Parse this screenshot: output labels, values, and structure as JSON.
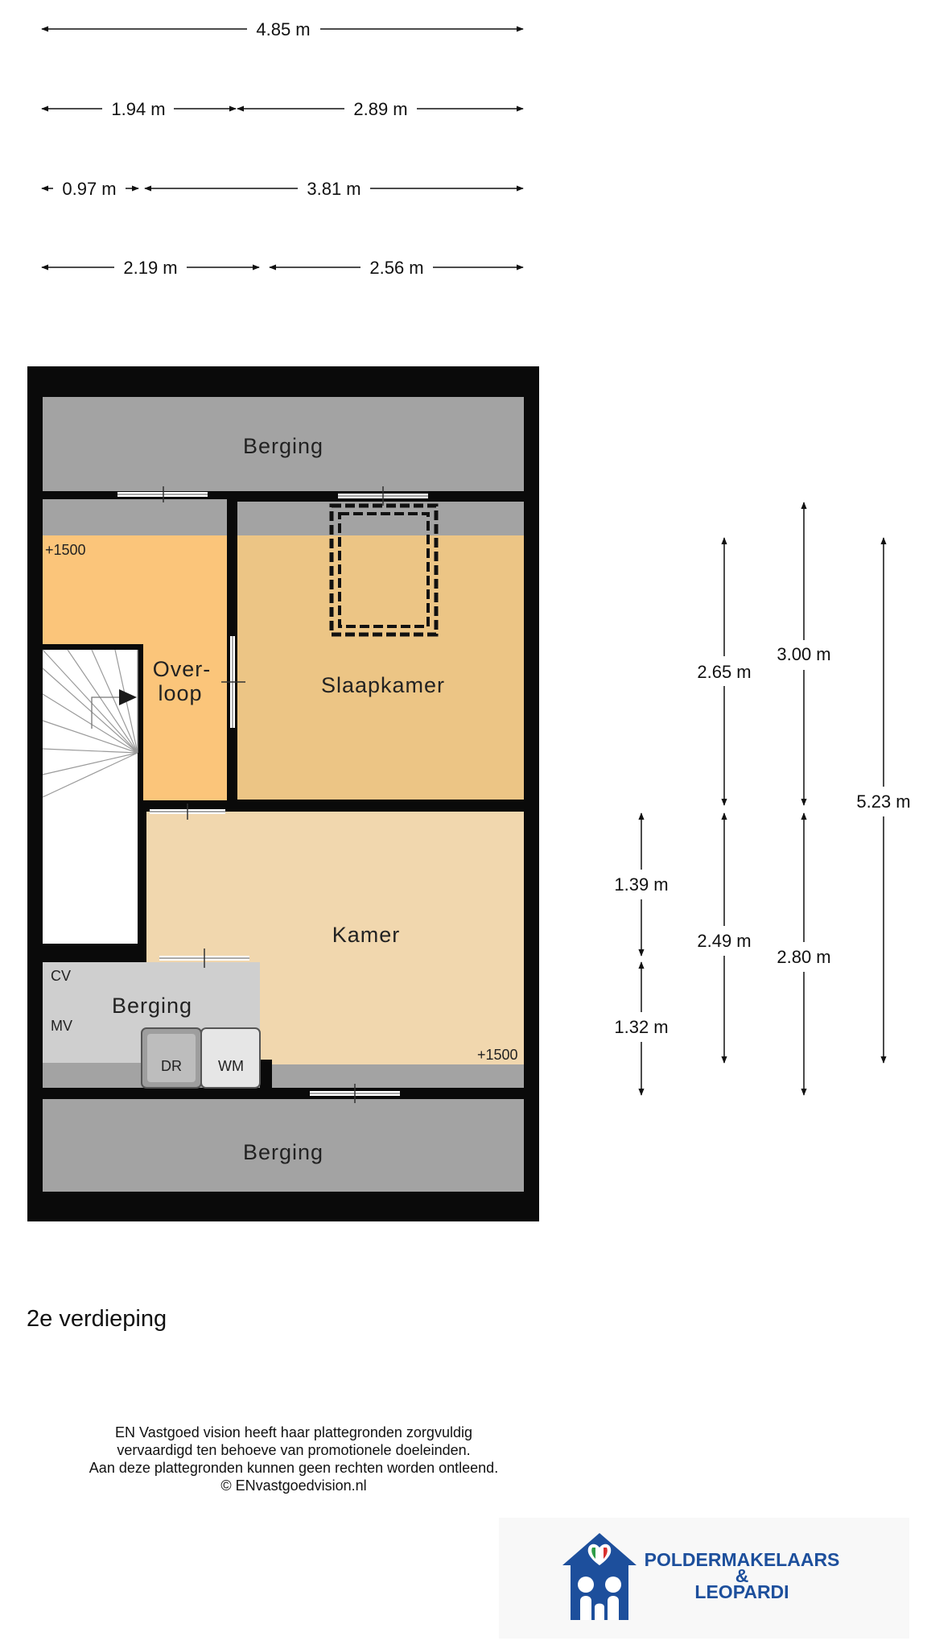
{
  "dimensions": {
    "top": [
      {
        "label": "4.85 m"
      },
      {
        "label": "1.94 m"
      },
      {
        "label": "2.89 m"
      },
      {
        "label": "0.97 m"
      },
      {
        "label": "3.81 m"
      },
      {
        "label": "2.19 m"
      },
      {
        "label": "2.56 m"
      }
    ],
    "right": [
      {
        "label": "2.65 m"
      },
      {
        "label": "3.00 m"
      },
      {
        "label": "5.23 m"
      },
      {
        "label": "1.39 m"
      },
      {
        "label": "2.49 m"
      },
      {
        "label": "2.80 m"
      },
      {
        "label": "1.32 m"
      }
    ]
  },
  "rooms": {
    "berging_top": "Berging",
    "overloop_line1": "Over-",
    "overloop_line2": "loop",
    "slaapkamer": "Slaapkamer",
    "kamer": "Kamer",
    "berging_small": "Berging",
    "berging_bottom": "Berging"
  },
  "markers": {
    "height_left": "+1500",
    "height_right": "+1500",
    "cv": "CV",
    "mv": "MV",
    "dr": "DR",
    "wm": "WM"
  },
  "floor_label": "2e verdieping",
  "disclaimer": {
    "line1": "EN Vastgoed vision heeft haar plattegronden zorgvuldig",
    "line2": "vervaardigd ten behoeve van promotionele doeleinden.",
    "line3": "Aan deze plattegronden kunnen geen rechten worden ontleend.",
    "line4": "© ENvastgoedvision.nl"
  },
  "logo": {
    "line1": "POLDERMAKELAARS",
    "line2": "&",
    "line3": "LEOPARDI"
  },
  "colors": {
    "wall": "#0a0a0a",
    "storage": "#a3a3a3",
    "overloop": "#fbc57a",
    "slaapkamer": "#ecc585",
    "kamer": "#f1d7ae",
    "small_storage": "#cfcfcf",
    "brand_blue": "#1d4f9c"
  }
}
